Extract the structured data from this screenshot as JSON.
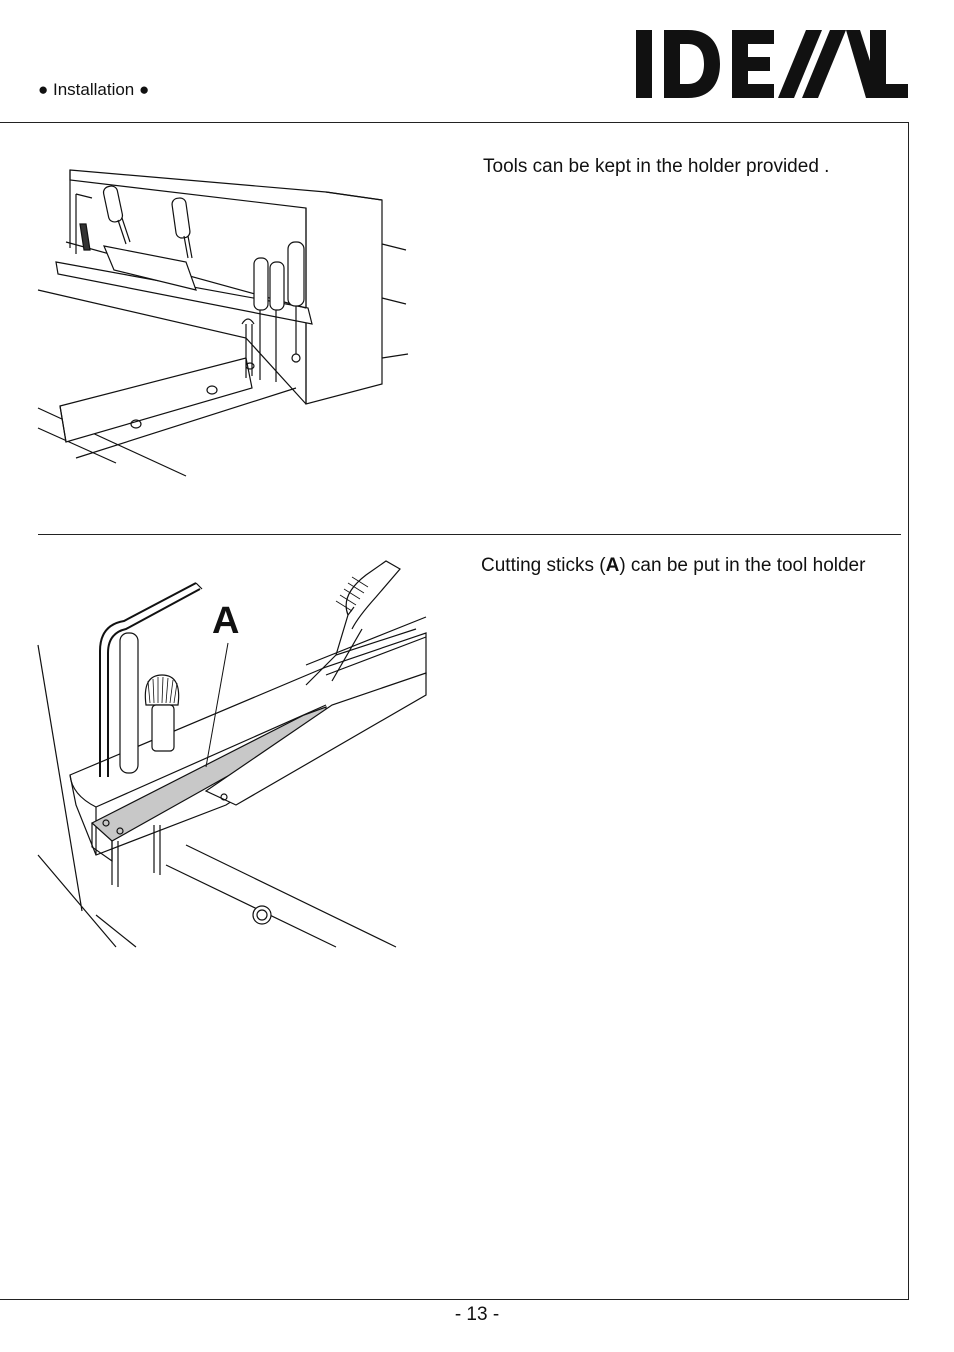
{
  "header": {
    "section": "● Installation ●",
    "logo_text": "IDEAL"
  },
  "items": [
    {
      "caption_text": "Tools can be kept in the holder provided ."
    },
    {
      "caption_pre": "Cutting sticks (",
      "caption_bold": "A",
      "caption_post": ") can be put in the tool holder",
      "callout": "A"
    }
  ],
  "footer": {
    "page": "- 13 -"
  },
  "colors": {
    "ink": "#111111",
    "stick_fill": "#c8c8c8"
  }
}
